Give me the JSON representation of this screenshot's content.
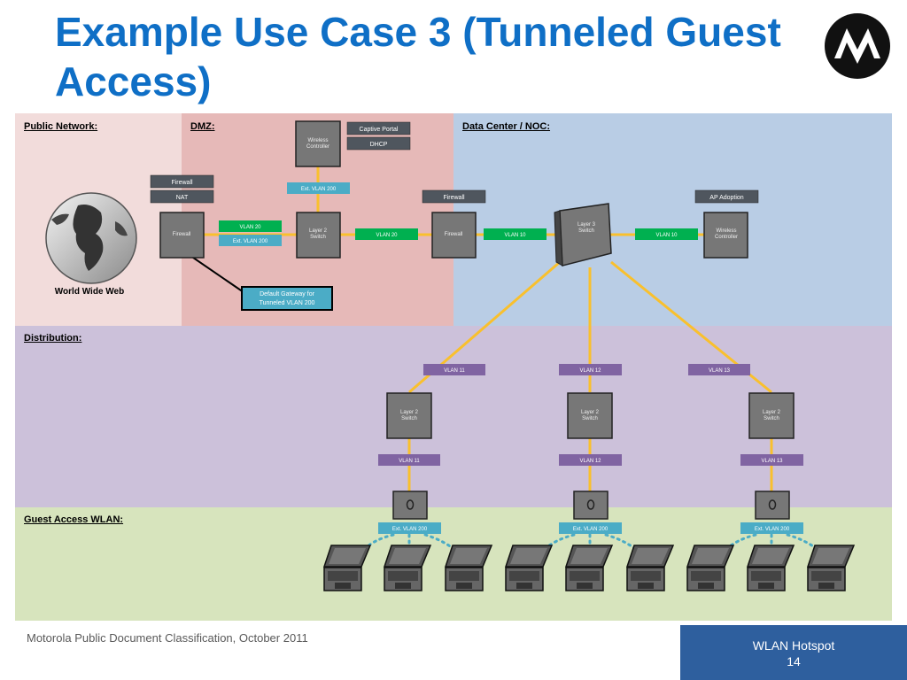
{
  "slide": {
    "title": "Example Use Case 3 (Tunneled Guest Access)",
    "footer_left": "Motorola Public Document Classification, October 2011",
    "footer_right_line1": "WLAN Hotspot",
    "footer_right_line2": "14"
  },
  "colors": {
    "title": "#0f6fc6",
    "public_zone": "#f2dcdb",
    "dmz_zone": "#e6b9b8",
    "datacenter_zone": "#b9cde5",
    "distribution_zone": "#ccc1da",
    "guest_zone": "#d7e4bd",
    "green_tag": "#00b050",
    "blue_tag": "#4bacc6",
    "purple_tag": "#8064a2",
    "dark_tag": "#4f565e",
    "link_line": "#f9c02d"
  },
  "zones": {
    "public": "Public Network:",
    "dmz": "DMZ:",
    "datacenter": "Data Center / NOC:",
    "distribution": "Distribution:",
    "guest": "Guest Access WLAN:"
  },
  "labels": {
    "world_wide_web": "World Wide Web",
    "callout_line1": "Default Gateway for",
    "callout_line2": "Tunneled VLAN 200"
  },
  "devices": {
    "fw_public": "Firewall",
    "l2_dmz": [
      "Layer 2",
      "Switch"
    ],
    "wc_dmz": [
      "Wireless",
      "Controller"
    ],
    "fw_dc": "Firewall",
    "l3_dc": [
      "Layer 3",
      "Switch"
    ],
    "wc_dc": [
      "Wireless",
      "Controller"
    ],
    "l2_dist": [
      "Layer 2",
      "Switch"
    ]
  },
  "tags": {
    "firewall_1": "Firewall",
    "nat": "NAT",
    "captive_portal": "Captive Portal",
    "dhcp": "DHCP",
    "ext_vlan_200_dmz": "Ext. VLAN 200",
    "firewall_2": "Firewall",
    "ap_adoption": "AP Adoption",
    "vlan20_a": "VLAN 20",
    "ext_vlan_200_link": "Ext. VLAN 200",
    "vlan20_b": "VLAN 20",
    "vlan10_a": "VLAN 10",
    "vlan10_b": "VLAN 10",
    "vlan11_up": "VLAN 11",
    "vlan12_up": "VLAN 12",
    "vlan13_up": "VLAN 13",
    "vlan11_down": "VLAN 11",
    "vlan12_down": "VLAN 12",
    "vlan13_down": "VLAN 13",
    "ext_vlan_200_ap1": "Ext. VLAN 200",
    "ext_vlan_200_ap2": "Ext. VLAN 200",
    "ext_vlan_200_ap3": "Ext. VLAN 200"
  },
  "icons": {
    "logo": "motorola-logo",
    "globe": "globe-icon",
    "switch": "switch-icon",
    "access_point": "access-point-icon",
    "laptop": "laptop-icon"
  }
}
